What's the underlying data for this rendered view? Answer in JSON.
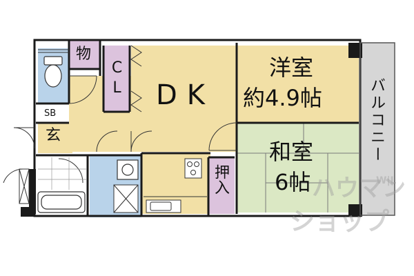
{
  "rooms": {
    "storage": "物",
    "closet": "CL",
    "dk": "DK",
    "western_room": "洋室",
    "western_size": "約4.9帖",
    "sb": "SB",
    "entrance": "玄",
    "japanese_room": "和室",
    "japanese_size": "6帖",
    "oshiire": "押入",
    "balcony": "バルコニー"
  },
  "watermark": {
    "line1": "ハウマン",
    "line2": "ショップ",
    "wl": "W|L"
  },
  "colors": {
    "western_room": "#f2e0a6",
    "dk": "#f2e0a6",
    "japanese_room": "#dbe8c4",
    "storage": "#dcc3dd",
    "wet_area": "#b9d3ea",
    "balcony": "#d6d6d6",
    "wall": "#1a1a1a"
  }
}
